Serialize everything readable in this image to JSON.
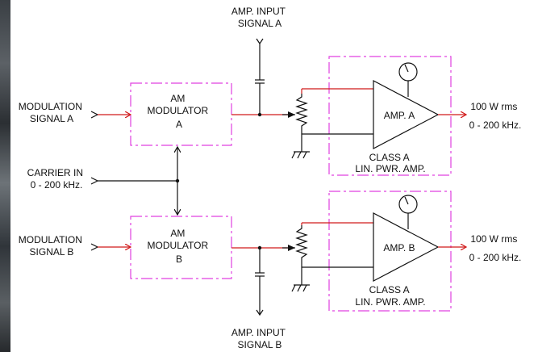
{
  "colors": {
    "wire": "#d11a1a",
    "box_border": "#e040e0",
    "line": "#111111",
    "background": "#ffffff"
  },
  "labels": {
    "amp_input_a": [
      "AMP. INPUT",
      "SIGNAL  A"
    ],
    "amp_input_b": [
      "AMP. INPUT",
      "SIGNAL  B"
    ],
    "modulation_a": [
      "MODULATION",
      "SIGNAL  A"
    ],
    "modulation_b": [
      "MODULATION",
      "SIGNAL  B"
    ],
    "carrier": [
      "CARRIER  IN",
      "0 - 200 kHz."
    ],
    "modulator_a": [
      "AM",
      "MODULATOR",
      "A"
    ],
    "modulator_b": [
      "AM",
      "MODULATOR",
      "B"
    ],
    "amp_a": "AMP.  A",
    "amp_b": "AMP.  B",
    "class_a_top": [
      "CLASS  A",
      "LIN. PWR. AMP."
    ],
    "class_a_bottom": [
      "CLASS  A",
      "LIN. PWR. AMP."
    ],
    "output_a": [
      "100 W rms",
      "0 - 200 kHz."
    ],
    "output_b": [
      "100 W rms",
      "0 - 200 kHz."
    ]
  }
}
